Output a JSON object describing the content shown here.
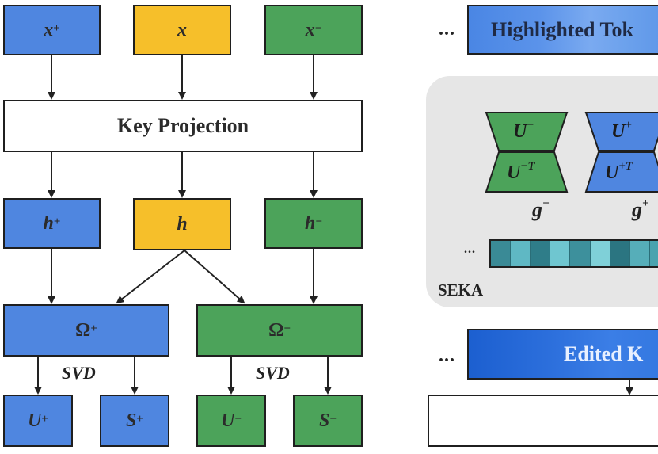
{
  "top_inputs": [
    {
      "base": "x",
      "sup": "+"
    },
    {
      "base": "x",
      "sup": ""
    },
    {
      "base": "x",
      "sup": "−"
    }
  ],
  "key_projection": "Key Projection",
  "hidden": [
    {
      "base": "h",
      "sup": "+"
    },
    {
      "base": "h",
      "sup": ""
    },
    {
      "base": "h",
      "sup": "−"
    }
  ],
  "omega": [
    {
      "base": "Ω",
      "sup": "+"
    },
    {
      "base": "Ω",
      "sup": "−"
    }
  ],
  "svd_label": "SVD",
  "outputs": [
    {
      "base": "U",
      "sup": "+"
    },
    {
      "base": "S",
      "sup": "+"
    },
    {
      "base": "U",
      "sup": "−"
    },
    {
      "base": "S",
      "sup": "−"
    }
  ],
  "right": {
    "ellipsis": "...",
    "highlighted_tokens": "Highlighted Tok",
    "seka_label": "SEKA",
    "proj_neg_top": {
      "base": "U",
      "sup": "−"
    },
    "proj_neg_bottom": {
      "base": "U",
      "sup": "−T"
    },
    "proj_pos_top": {
      "base": "U",
      "sup": "+"
    },
    "proj_pos_bottom": {
      "base": "U",
      "sup": "+T"
    },
    "g_neg": {
      "base": "g",
      "sup": "−"
    },
    "g_pos": {
      "base": "g",
      "sup": "+"
    },
    "edited_keys": "Edited K"
  },
  "colors": {
    "blue": "#4f86e0",
    "yellow": "#f6bf2a",
    "green": "#4ca35a",
    "token_cells": [
      "#3a8a96",
      "#5fb8c4",
      "#2f7d89",
      "#6fc6d0",
      "#3d909c",
      "#7fd0d8",
      "#2b7581",
      "#56aeb9",
      "#4aa3af"
    ]
  }
}
